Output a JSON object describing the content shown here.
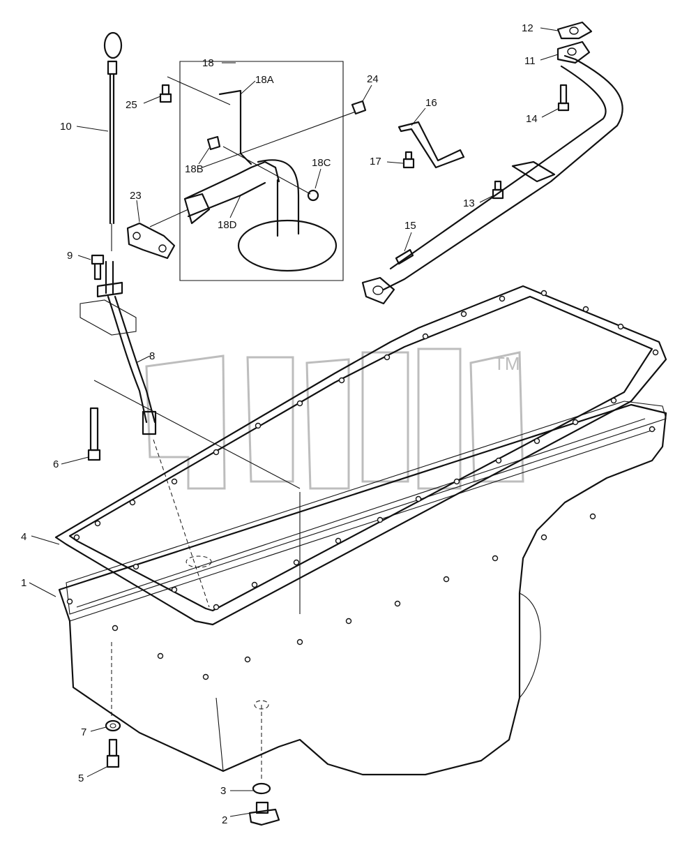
{
  "watermark": {
    "text": "TM"
  },
  "callouts": [
    {
      "id": "c1",
      "label": "1"
    },
    {
      "id": "c2",
      "label": "2"
    },
    {
      "id": "c3",
      "label": "3"
    },
    {
      "id": "c4",
      "label": "4"
    },
    {
      "id": "c5",
      "label": "5"
    },
    {
      "id": "c6",
      "label": "6"
    },
    {
      "id": "c7",
      "label": "7"
    },
    {
      "id": "c8",
      "label": "8"
    },
    {
      "id": "c9",
      "label": "9"
    },
    {
      "id": "c10",
      "label": "10"
    },
    {
      "id": "c11",
      "label": "11"
    },
    {
      "id": "c12",
      "label": "12"
    },
    {
      "id": "c13",
      "label": "13"
    },
    {
      "id": "c14",
      "label": "14"
    },
    {
      "id": "c15",
      "label": "15"
    },
    {
      "id": "c16",
      "label": "16"
    },
    {
      "id": "c17",
      "label": "17"
    },
    {
      "id": "c18",
      "label": "18"
    },
    {
      "id": "c18A",
      "label": "18A"
    },
    {
      "id": "c18B",
      "label": "18B"
    },
    {
      "id": "c18C",
      "label": "18C"
    },
    {
      "id": "c18D",
      "label": "18D"
    },
    {
      "id": "c23",
      "label": "23"
    },
    {
      "id": "c24",
      "label": "24"
    },
    {
      "id": "c25",
      "label": "25"
    }
  ]
}
